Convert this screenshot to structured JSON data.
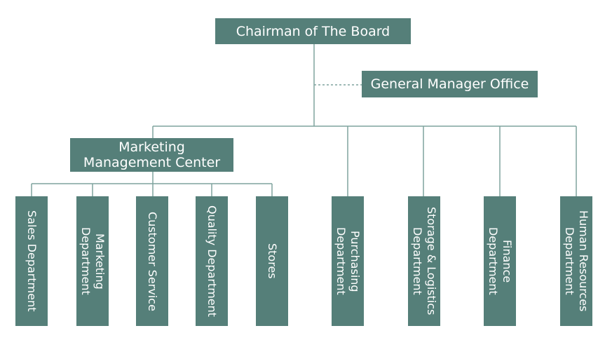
{
  "colors": {
    "box_fill": "#557f79",
    "box_text": "#ffffff",
    "connector": "#7fa39d"
  },
  "nodes": {
    "chairman": "Chairman of The Board",
    "gm_office": "General Manager Office",
    "marketing_center": "Marketing\nManagement Center",
    "sales": "Sales Department",
    "marketing_dept": "Marketing\nDepartment",
    "customer_service": "Customer Service",
    "quality": "Quality Department",
    "stores": "Stores",
    "purchasing": "Purchasing\nDepartment",
    "storage": "Storage & Logistics\nDepartment",
    "finance": "Finance\nDepartment",
    "hr": "Human Resources\nDepartment"
  }
}
